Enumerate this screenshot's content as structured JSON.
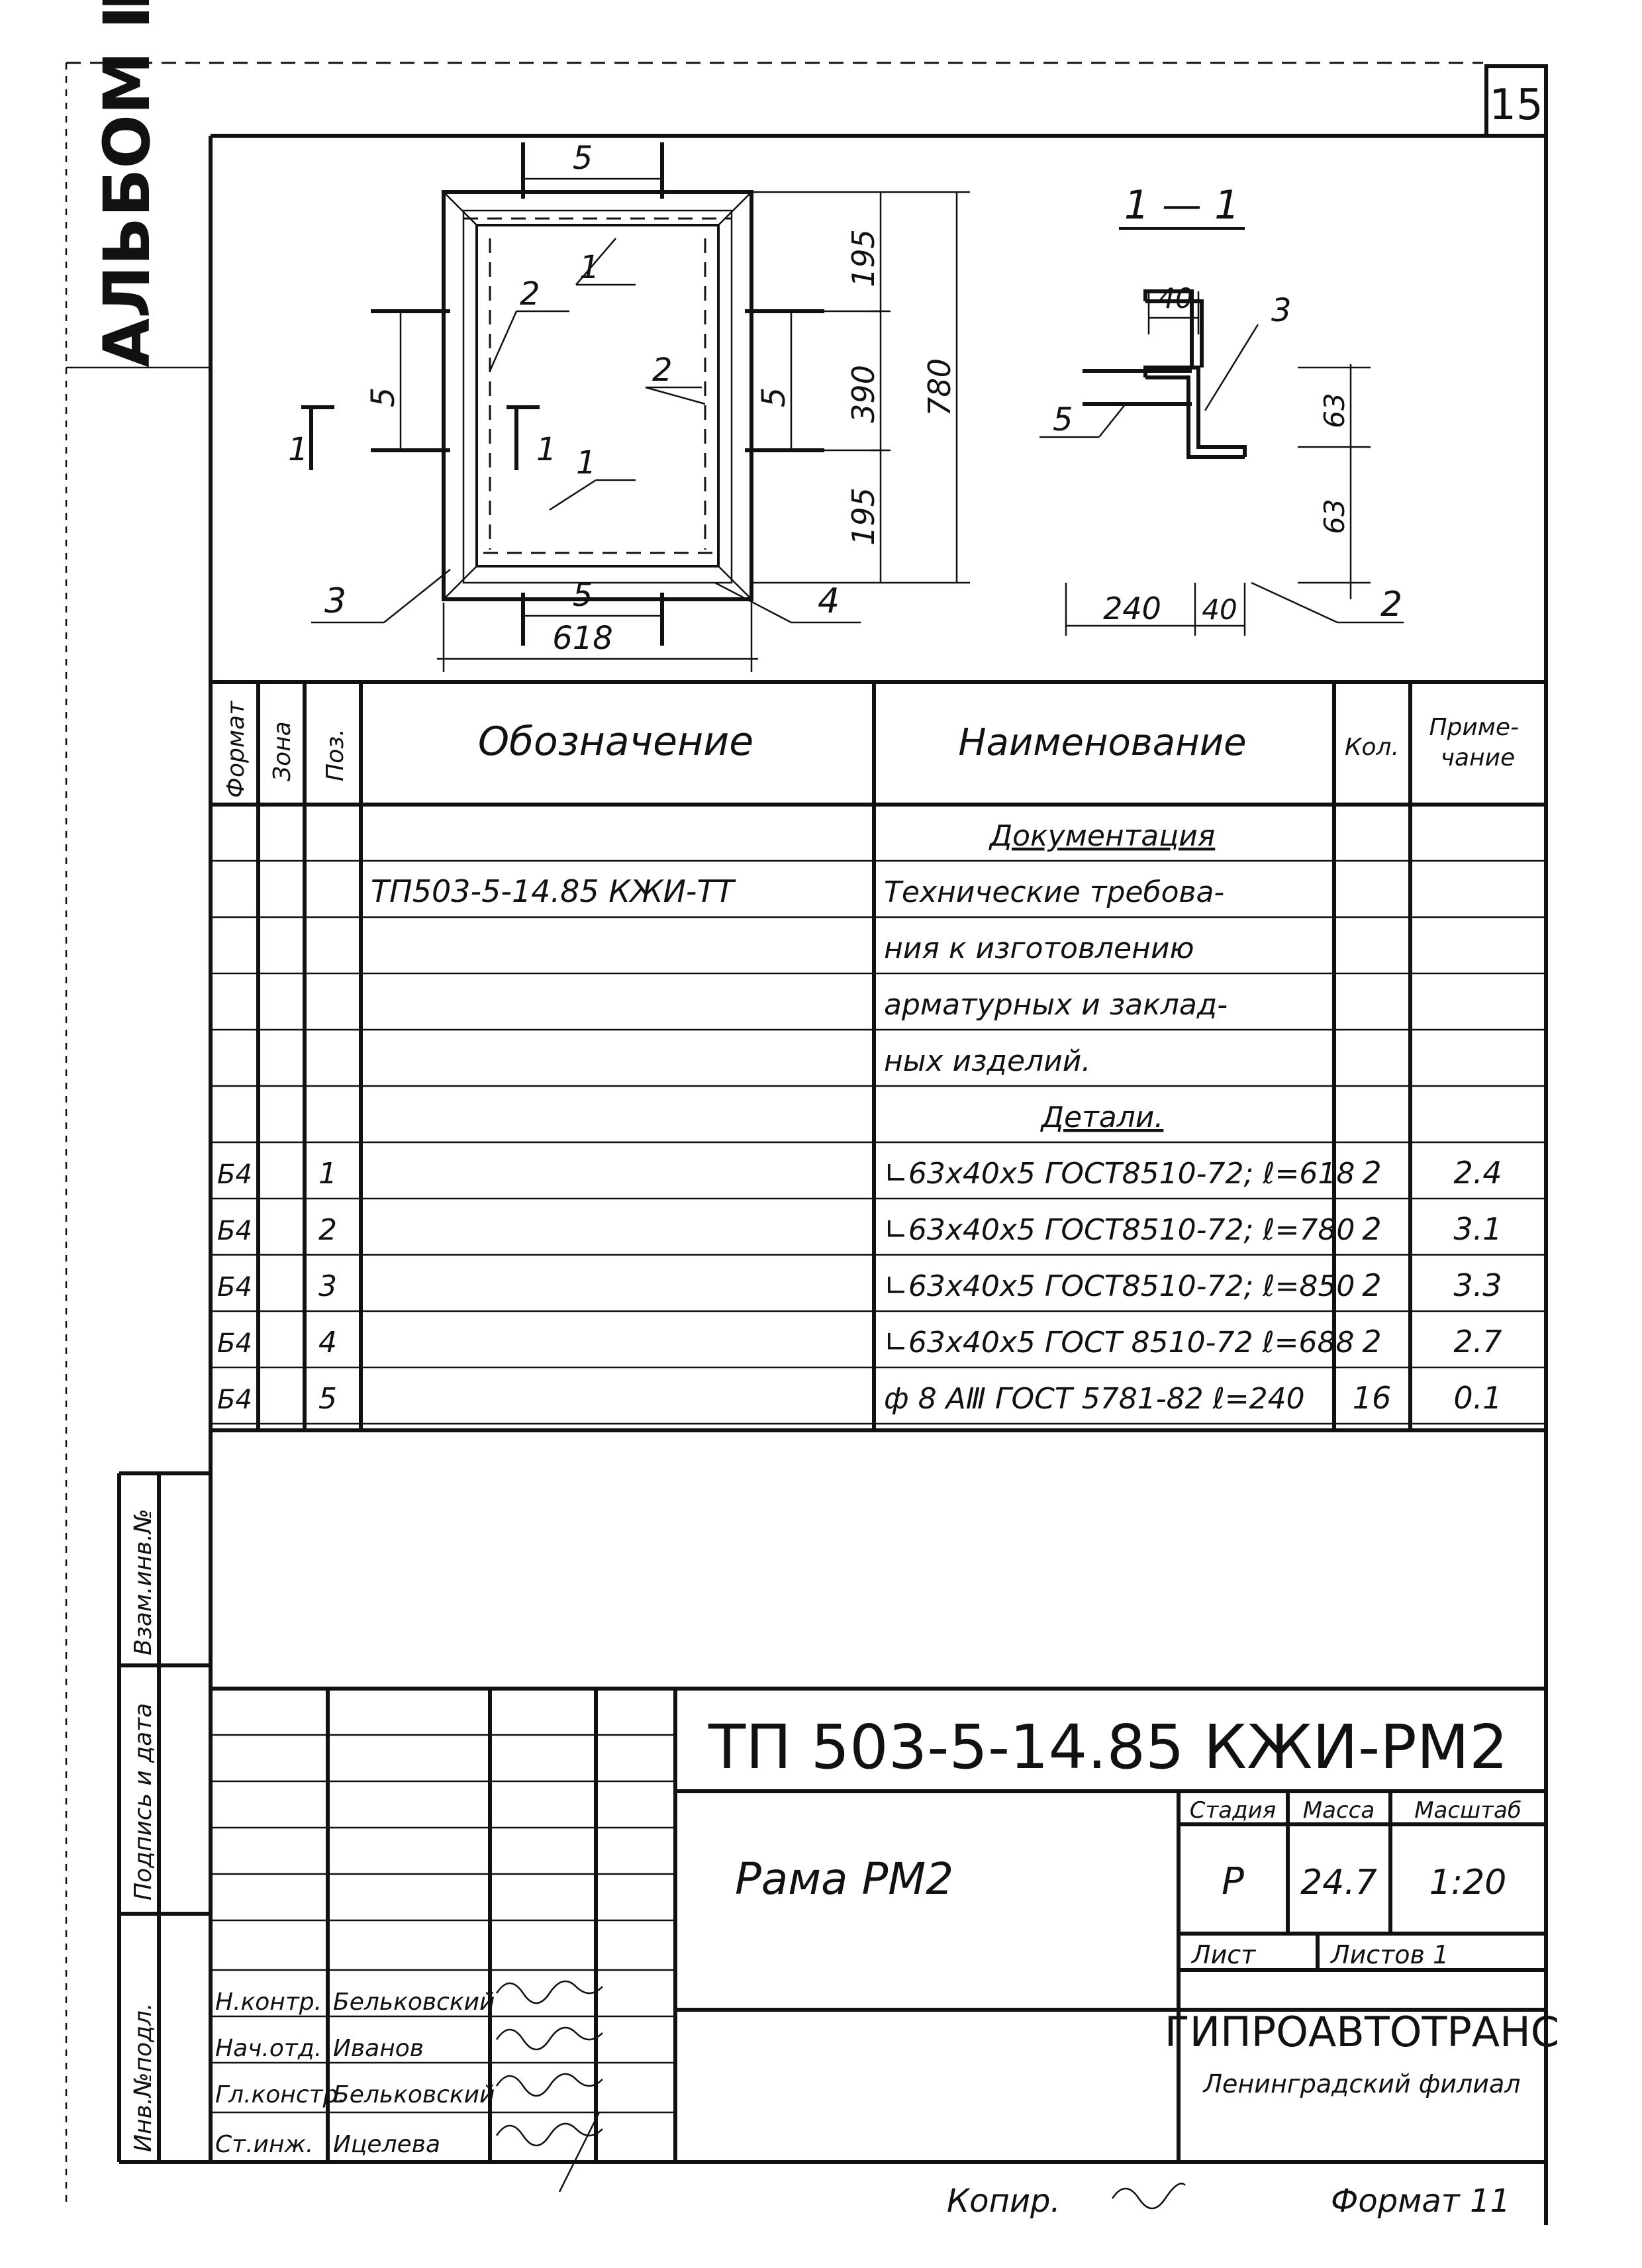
{
  "sheet_number": "15",
  "album": "АЛЬБОМ Ⅱ",
  "drawing": {
    "dims": {
      "top_spacing": "5",
      "left_spacing": "5",
      "right_spacing": "5",
      "bottom_spacing": "5",
      "width": "618",
      "h_top": "195",
      "h_mid": "390",
      "h_bottom": "195",
      "h_total": "780"
    },
    "callouts": {
      "p1_top": "1",
      "p2_left": "2",
      "p2_right": "2",
      "p1_bottom": "1",
      "p3": "3",
      "p4": "4"
    },
    "cut_marks": {
      "left": "1",
      "center": "1"
    },
    "section": {
      "title": "1 — 1",
      "d40_top": "40",
      "d63_top": "63",
      "d63_bottom": "63",
      "d240": "240",
      "d40_bottom": "40",
      "p3": "3",
      "p5": "5",
      "p2": "2"
    }
  },
  "spec": {
    "headers": {
      "format": "Формат",
      "zone": "Зона",
      "pos": "Поз.",
      "designation": "Обозначение",
      "name": "Наименование",
      "qty": "Кол.",
      "note": "Приме-\nчание"
    },
    "rows": [
      {
        "format": "",
        "zone": "",
        "pos": "",
        "designation": "",
        "name": "Документация",
        "qty": "",
        "note": "",
        "heading": true
      },
      {
        "format": "",
        "zone": "",
        "pos": "",
        "designation": "ТП503-5-14.85  КЖИ-ТТ",
        "name": "Технические требова-",
        "qty": "",
        "note": ""
      },
      {
        "format": "",
        "zone": "",
        "pos": "",
        "designation": "",
        "name": "ния к изготовлению",
        "qty": "",
        "note": ""
      },
      {
        "format": "",
        "zone": "",
        "pos": "",
        "designation": "",
        "name": "арматурных и заклад-",
        "qty": "",
        "note": ""
      },
      {
        "format": "",
        "zone": "",
        "pos": "",
        "designation": "",
        "name": "ных изделий.",
        "qty": "",
        "note": ""
      },
      {
        "format": "",
        "zone": "",
        "pos": "",
        "designation": "",
        "name": "Детали.",
        "qty": "",
        "note": "",
        "heading": true
      },
      {
        "format": "Б4",
        "zone": "",
        "pos": "1",
        "designation": "",
        "name": "∟63x40x5 ГОСТ8510-72; ℓ=618",
        "qty": "2",
        "note": "2.4"
      },
      {
        "format": "Б4",
        "zone": "",
        "pos": "2",
        "designation": "",
        "name": "∟63x40x5 ГОСТ8510-72; ℓ=780",
        "qty": "2",
        "note": "3.1"
      },
      {
        "format": "Б4",
        "zone": "",
        "pos": "3",
        "designation": "",
        "name": "∟63x40x5 ГОСТ8510-72; ℓ=850",
        "qty": "2",
        "note": "3.3"
      },
      {
        "format": "Б4",
        "zone": "",
        "pos": "4",
        "designation": "",
        "name": "∟63x40x5 ГОСТ 8510-72 ℓ=688",
        "qty": "2",
        "note": "2.7"
      },
      {
        "format": "Б4",
        "zone": "",
        "pos": "5",
        "designation": "",
        "name": "ф 8 АⅢ ГОСТ 5781-82 ℓ=240",
        "qty": "16",
        "note": "0.1"
      }
    ]
  },
  "titleblock": {
    "code": "ТП 503-5-14.85 КЖИ-РМ2",
    "name": "Рама РМ2",
    "stage_label": "Стадия",
    "mass_label": "Масса",
    "scale_label": "Масштаб",
    "stage": "Р",
    "mass": "24.7",
    "scale": "1:20",
    "sheet_label": "Лист",
    "sheets_label": "Листов 1",
    "org": "ГИПРОАВТОТРАНС",
    "branch": "Ленинградский филиал",
    "people": [
      {
        "role": "Н.контр.",
        "name": "Бельковский"
      },
      {
        "role": "Нач.отд.",
        "name": "Иванов"
      },
      {
        "role": "Гл.констр.",
        "name": "Бельковский"
      },
      {
        "role": "Ст.инж.",
        "name": "Ицелева"
      }
    ]
  },
  "side_stamps": {
    "vzam": "Взам.инв.№",
    "podpis": "Подпись и дата",
    "inv": "Инв.№подл."
  },
  "footer": {
    "copied": "Копир.",
    "format": "Формат 11"
  }
}
